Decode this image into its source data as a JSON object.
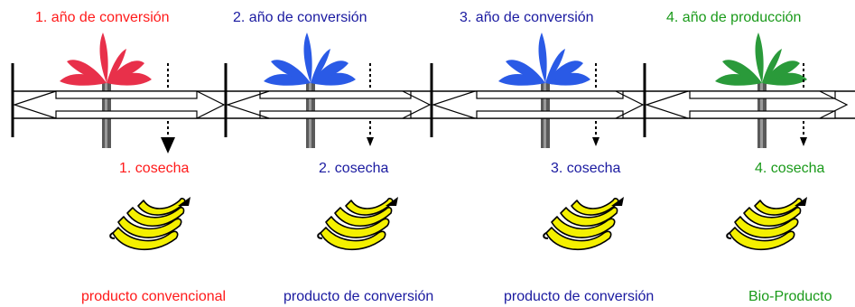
{
  "colors": {
    "red": "#ff1a1a",
    "blue": "#1a1aa0",
    "green": "#1a9a1a",
    "plant_red": "#e8304a",
    "plant_blue": "#2a5ae6",
    "plant_green": "#2a9a3a",
    "banana": "#f4f000",
    "outline": "#000000"
  },
  "years": [
    {
      "label": "1. año de conversión",
      "color": "red"
    },
    {
      "label": "2. año de conversión",
      "color": "blue"
    },
    {
      "label": "3. año de conversión",
      "color": "blue"
    },
    {
      "label": "4. año de producción",
      "color": "green"
    }
  ],
  "harvests": [
    {
      "label": "1. cosecha",
      "color": "red"
    },
    {
      "label": "2. cosecha",
      "color": "blue"
    },
    {
      "label": "3. cosecha",
      "color": "blue"
    },
    {
      "label": "4. cosecha",
      "color": "green"
    }
  ],
  "products": [
    {
      "label": "producto convencional",
      "color": "red"
    },
    {
      "label": "producto de conversión",
      "color": "blue"
    },
    {
      "label": "producto de conversión",
      "color": "blue"
    },
    {
      "label": "Bio-Producto",
      "color": "green"
    }
  ]
}
